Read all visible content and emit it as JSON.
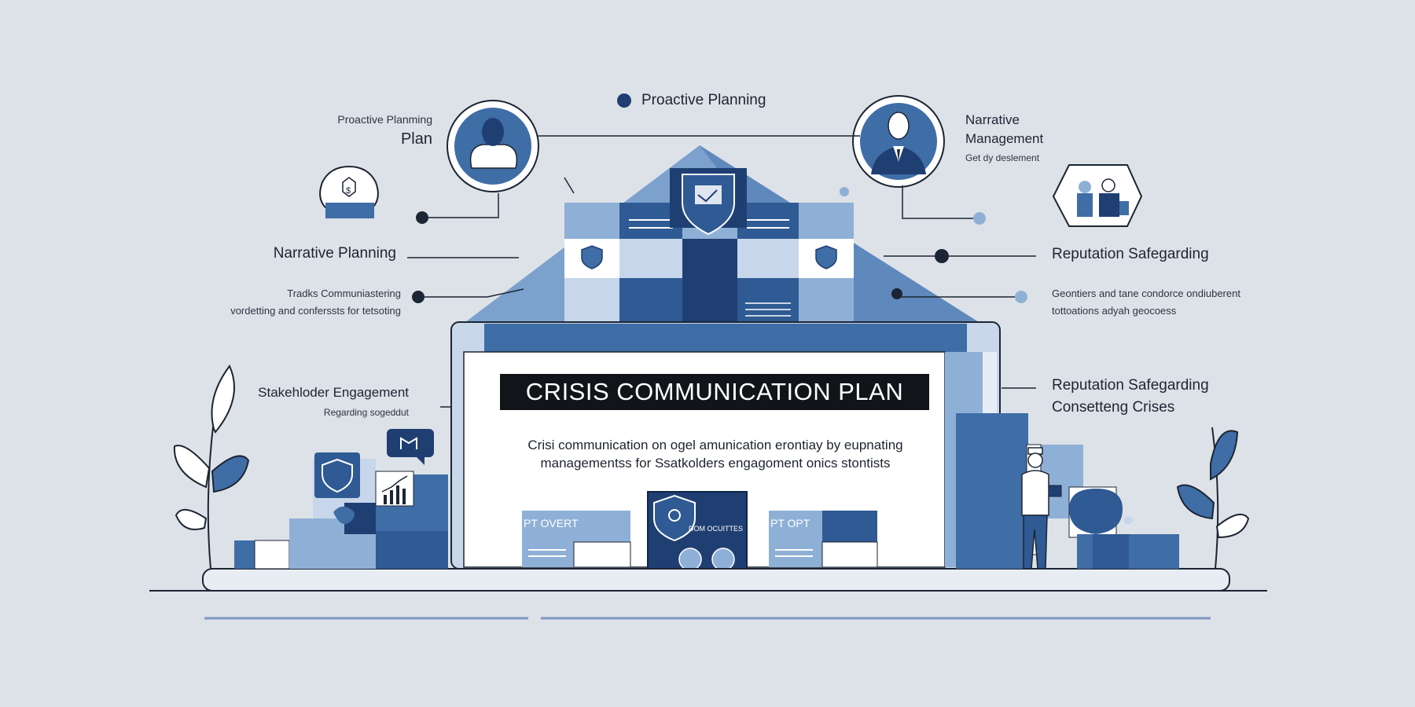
{
  "colors": {
    "background": "#dde2e8",
    "navy": "#1f3f73",
    "mid_blue": "#3f6da6",
    "light_blue": "#8fb0d6",
    "pale_blue": "#c7d6ea",
    "ink": "#1c2533"
  },
  "icons": {
    "top_left_avatar": "person-avatar-icon",
    "top_right_avatar": "businessman-avatar-icon",
    "money_badge": "money-badge-icon",
    "shield": "shield-icon",
    "chart": "bar-chart-icon",
    "team_badge": "team-badge-icon",
    "plants": "plant-icon"
  },
  "labels": {
    "top_center": "Proactive Planning",
    "top_left_line1": "Proactive Planming",
    "top_left_line2": "Plan",
    "top_right_line1": "Narrative",
    "top_right_line2": "Management",
    "top_right_sub": "Get dy deslement",
    "narrative_planning": "Narrative Planning",
    "left_small_line1": "Tradks Communiastering",
    "left_small_line2": "vordetting and conferssts for tetsoting",
    "stakeholder": "Stakehloder Engagement",
    "stakeholder_sub": "Regarding sogeddut",
    "reputation_top": "Reputation Safegarding",
    "right_small_line1": "Geontiers and tane condorce ondiuberent",
    "right_small_line2": "tottoations adyah geocoess",
    "reputation_bottom_line1": "Reputation Safegarding",
    "reputation_bottom_line2": "Consetteng Crises"
  },
  "screen": {
    "title": "CRISIS COMMUNICATION PLAN",
    "description_line1": "Crisi communication on ogel amunication erontiay by eupnating",
    "description_line2": "managementss for Ssatkolders engagoment onics stontists",
    "left_plate": "PT OVERT",
    "right_plate": "PT OPT",
    "device_label": "DOM OCUITTES"
  }
}
